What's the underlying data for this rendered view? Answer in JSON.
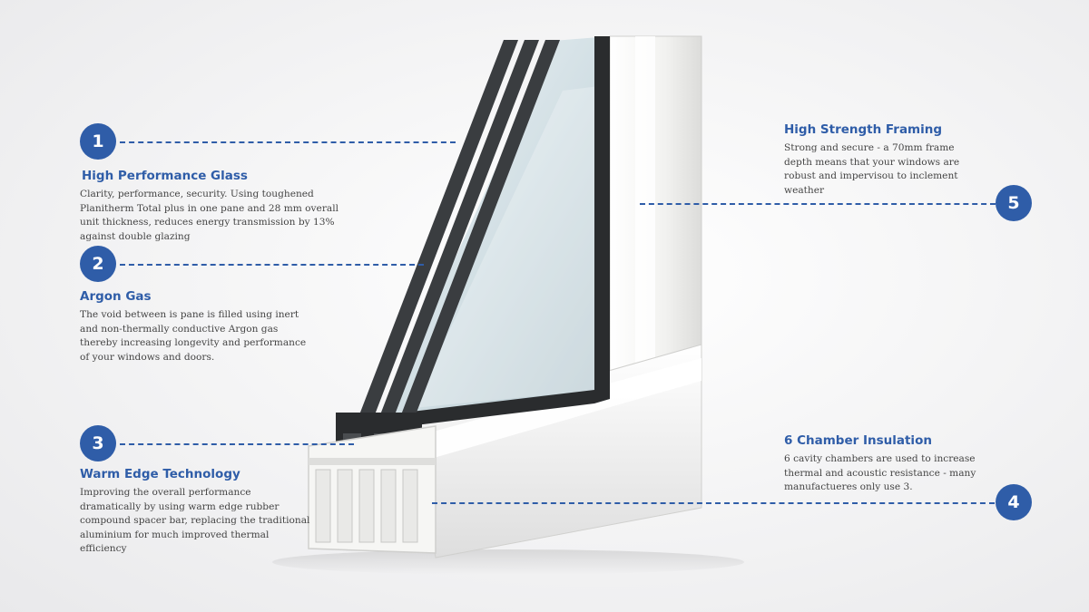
{
  "features": [
    {
      "number": "1",
      "title": "High Performance Glass",
      "body": "Clarity, performance, security. Using toughened Planitherm Total plus in one pane and  28 mm overall  unit thickness, reduces energy transmission by 13% against double glazing"
    },
    {
      "number": "2",
      "title": "Argon Gas",
      "body": "The void between is pane is filled using inert and non-thermally conductive Argon gas thereby increasing longevity and performance of your windows and doors."
    },
    {
      "number": "3",
      "title": "Warm Edge Technology",
      "body": "Improving the overall performance dramatically by using warm edge rubber compound spacer bar, replacing the traditional aluminium for much improved thermal efficiency"
    },
    {
      "number": "4",
      "title": "6 Chamber Insulation",
      "body": "6 cavity chambers are used to increase thermal and acoustic resistance - many manufactueres only use 3."
    },
    {
      "number": "5",
      "title": "High Strength Framing",
      "body": "Strong and secure - a 70mm frame depth means that your windows are robust and impervisou to inclement weather"
    }
  ],
  "colors": {
    "accent": "#2f5da8",
    "frame": "#f4f4f2",
    "glass": "#c9d8de",
    "seal": "#2a2c2e"
  },
  "illustration": "triple-glazed-upvc-window-corner-section"
}
